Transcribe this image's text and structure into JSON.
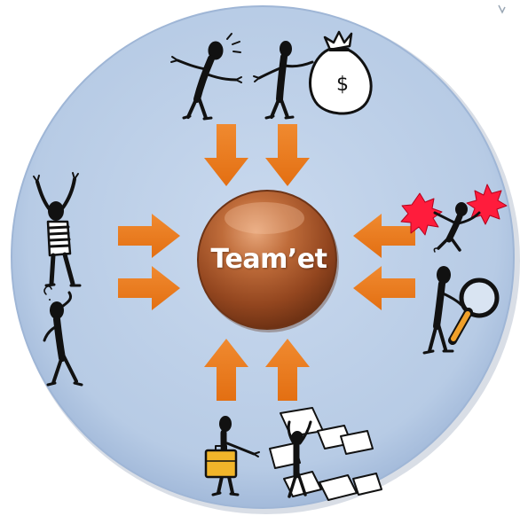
{
  "diagram": {
    "center_label": "Team’et",
    "colors": {
      "disc_fill": "#b9cde6",
      "disc_edge": "#a7bddc",
      "arrow": "#ec7a1f",
      "center_ball": "#a2542a",
      "center_ball_highlight": "#e7a67a",
      "figure": "#111111",
      "burst": "#ff1c3c",
      "folder": "#f1b52a",
      "magnifier_handle": "#f0a02a",
      "page_background": "#ffffff"
    },
    "arrows": [
      {
        "direction": "down"
      },
      {
        "direction": "down"
      },
      {
        "direction": "up"
      },
      {
        "direction": "up"
      },
      {
        "direction": "right"
      },
      {
        "direction": "right"
      },
      {
        "direction": "left"
      },
      {
        "direction": "left"
      }
    ],
    "figures": [
      {
        "icon": "arguing-person-icon"
      },
      {
        "icon": "person-with-money-bag-icon"
      },
      {
        "icon": "cheering-person-icon"
      },
      {
        "icon": "confused-person-icon"
      },
      {
        "icon": "exploding-conflict-icon"
      },
      {
        "icon": "person-with-magnifier-icon"
      },
      {
        "icon": "person-with-briefcase-icon"
      },
      {
        "icon": "person-with-papers-icon"
      }
    ],
    "money_symbol": "$"
  }
}
